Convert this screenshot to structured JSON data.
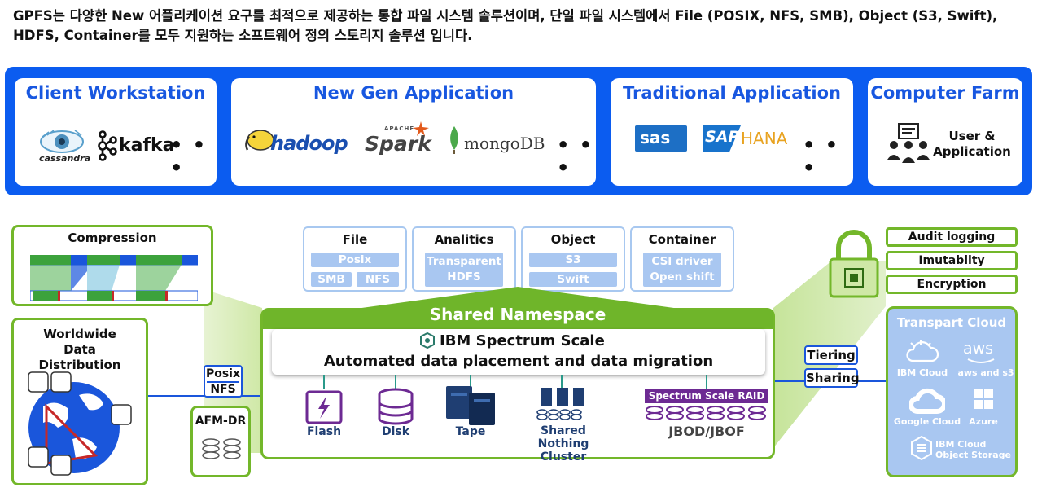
{
  "intro_text": "GPFS는 다양한 New 어플리케이션 요구를 최적으로 제공하는 통합 파일 시스템 솔루션이며, 단일 파일 시스템에서 File (POSIX, NFS, SMB), Object (S3, Swift), HDFS, Container를 모두 지원하는 소프트웨어 정의 스토리지 솔루션 입니다.",
  "ellipsis": "• • •",
  "categories": {
    "client": {
      "title": "Client Workstation",
      "logos": [
        "cassandra",
        "kafka"
      ]
    },
    "newgen": {
      "title": "New Gen Application",
      "logos": [
        "hadoop",
        "APACHE",
        "Spark",
        "mongoDB"
      ]
    },
    "traditional": {
      "title": "Traditional Application",
      "logos": [
        "sas",
        "SAP",
        "HANA"
      ]
    },
    "farm": {
      "title": "Computer Farm",
      "label": "User & Application"
    }
  },
  "compression": {
    "title": "Compression"
  },
  "worldwide": {
    "title": "Worldwide Data Distribution"
  },
  "protocols": {
    "posix": "Posix",
    "nfs": "NFS"
  },
  "afm": {
    "title": "AFM-DR"
  },
  "services": {
    "file": {
      "title": "File",
      "items": [
        "Posix",
        "SMB",
        "NFS"
      ]
    },
    "analytics": {
      "title": "Analitics",
      "items": [
        "Transparent HDFS"
      ]
    },
    "object": {
      "title": "Object",
      "items": [
        "S3",
        "Swift"
      ]
    },
    "container": {
      "title": "Container",
      "items": [
        "CSI driver Open shift"
      ]
    }
  },
  "namespace": {
    "title": "Shared Namespace",
    "product": "IBM Spectrum Scale",
    "subtitle": "Automated data placement and data migration"
  },
  "storage": [
    {
      "label": "Flash"
    },
    {
      "label": "Disk"
    },
    {
      "label": "Tape"
    },
    {
      "label": "Shared Nothing Cluster"
    },
    {
      "raid": "Spectrum Scale RAID",
      "label": "JBOD/JBOF"
    }
  ],
  "security": {
    "features": [
      "Audit logging",
      "Imutablity",
      "Encryption"
    ]
  },
  "tiering": {
    "tiering": "Tiering",
    "sharing": "Sharing"
  },
  "cloud": {
    "title": "Transpart Cloud",
    "providers": [
      "IBM Cloud",
      "aws",
      "aws and s3",
      "Google Cloud",
      "Azure",
      "IBM Cloud Object Storage"
    ]
  },
  "colors": {
    "blue": "#0b5cf0",
    "green": "#73b72a",
    "purple": "#6d2a93",
    "navy": "#1f3e72",
    "lightblue": "#a9c7f1"
  }
}
